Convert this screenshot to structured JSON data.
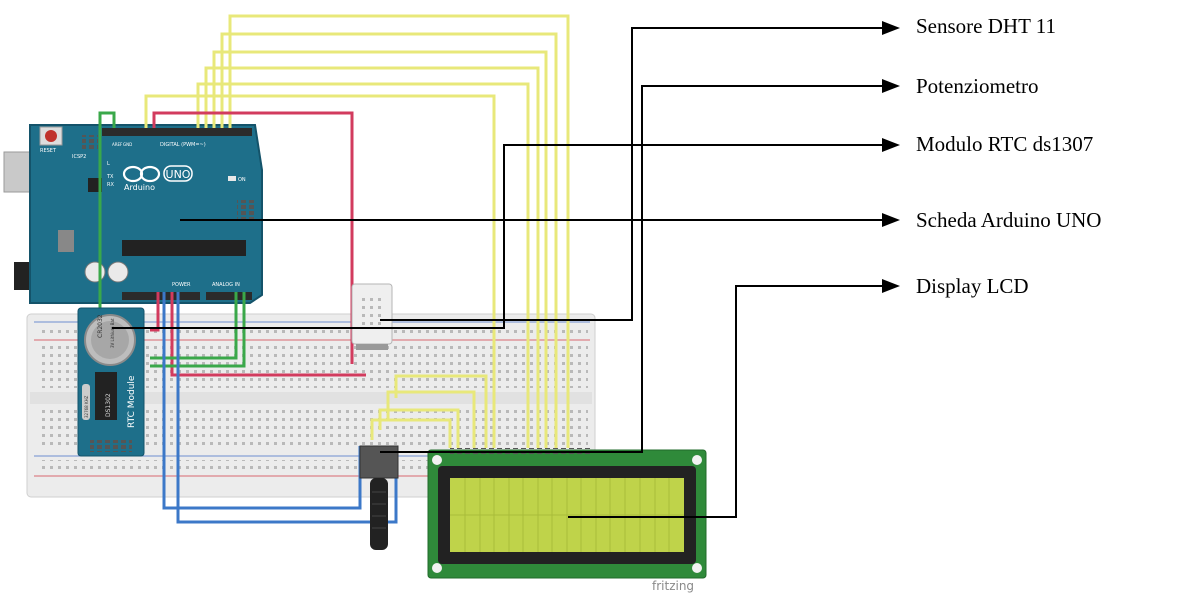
{
  "labels": {
    "dht": "Sensore DHT 11",
    "pot": "Potenziometro",
    "rtc": "Modulo RTC ds1307",
    "arduino": "Scheda Arduino UNO",
    "lcd": "Display LCD"
  },
  "board": {
    "reset": "RESET",
    "icsp2": "ICSP2",
    "brand": "Arduino",
    "model": "UNO",
    "on": "ON",
    "digital": "DIGITAL (PWM=~)",
    "power": "POWER",
    "analog": "ANALOG IN",
    "tx": "TX",
    "rx": "RX",
    "l": "L",
    "aref": "AREF",
    "gnd": "GND"
  },
  "rtc_module": {
    "battery": "CR2032",
    "battery_sub": "3V Lithium Bat",
    "chip": "DS1302",
    "module": "RTC Module",
    "crystal": "32768 KHZ"
  },
  "watermark": "fritzing",
  "colors": {
    "arduino": "#1e6f8a",
    "wire_yellow": "#e8e87a",
    "wire_red": "#d23b5e",
    "wire_green": "#3aa84a",
    "wire_blue": "#3c78c8",
    "lcd_pcb": "#2f8a3a",
    "lcd_screen": "#bfd34a",
    "arrow": "#000000"
  }
}
